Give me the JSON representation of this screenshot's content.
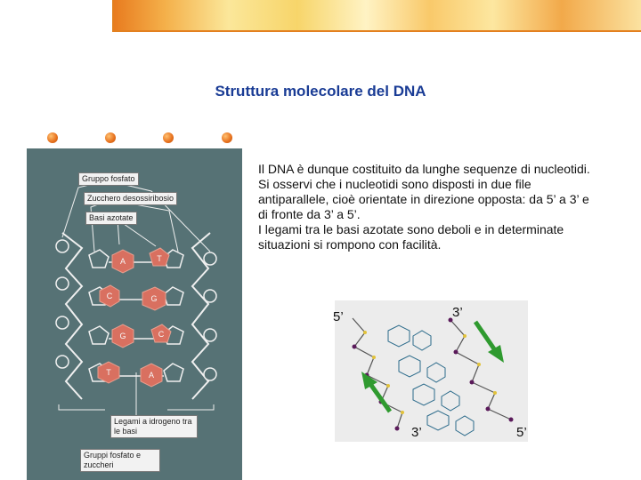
{
  "title": "Struttura molecolare del DNA",
  "description": {
    "paragraph1": "Il DNA è dunque costituito da lunghe sequenze di nucleotidi. Si osservi che i nucleotidi sono disposti in due file antiparallele, cioè orientate in direzione opposta: da 5’ a 3’ e di fronte da 3’ a 5’.",
    "paragraph2": "I legami tra le basi azotate sono deboli e in determinate situazioni si rompono con facilità."
  },
  "diagram": {
    "labels": {
      "phosphate_group": "Gruppo fosfato",
      "deoxyribose": "Zucchero desossiribosio",
      "nitrogen_bases": "Basi azotate",
      "hydrogen_bonds": "Legami a idrogeno tra le basi",
      "phosphate_sugar": "Gruppi fosfato e zuccheri"
    },
    "base_pairs": [
      {
        "left": "A",
        "right": "T"
      },
      {
        "left": "C",
        "right": "G"
      },
      {
        "left": "G",
        "right": "C"
      },
      {
        "left": "T",
        "right": "A"
      }
    ]
  },
  "strand_image": {
    "top_left": "5’",
    "top_right": "3’",
    "bottom_left": "3’",
    "bottom_right": "5’"
  },
  "colors": {
    "title": "#1a3c95",
    "bullet": "#e66f1b",
    "panel": "#567275",
    "arrow": "#2f9a2f",
    "base": "#d97060"
  }
}
